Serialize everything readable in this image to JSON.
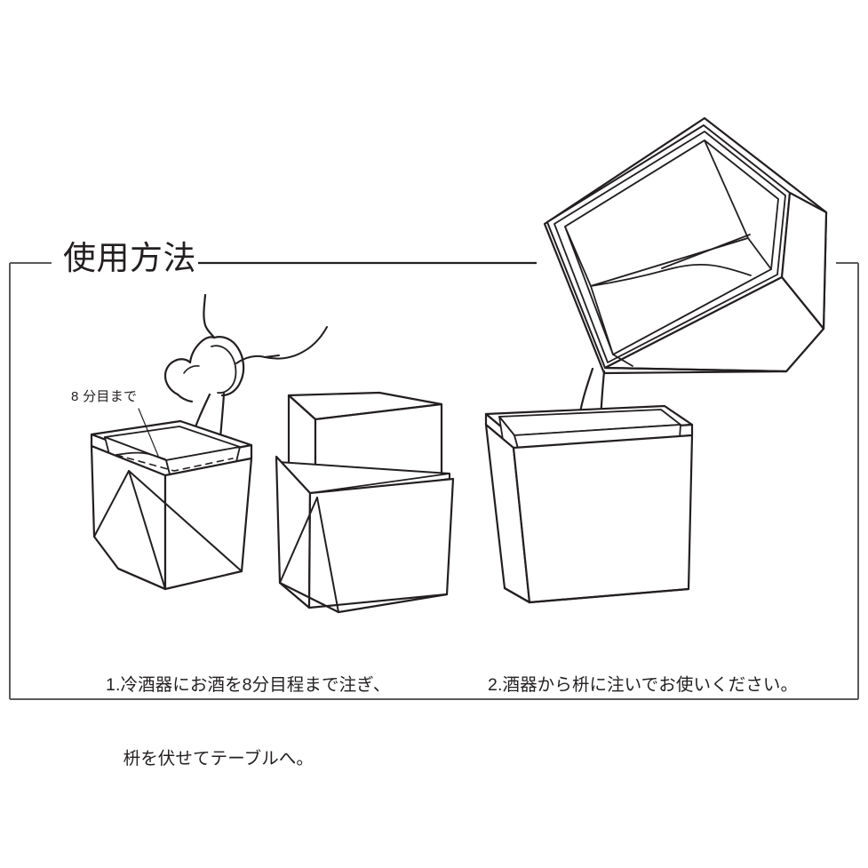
{
  "page": {
    "background_color": "#ffffff",
    "ink_color": "#231f20",
    "frame_color": "#5a5a5a"
  },
  "section": {
    "title": "使用方法",
    "title_rule": "horizontal-rule-right-of-title"
  },
  "annotations": {
    "fill_level_label": "8 分目まで"
  },
  "steps": [
    {
      "number": "1.",
      "caption_line_1": "1.冷酒器にお酒を8分目程まで注ぎ、",
      "caption_line_2": "　枡を伏せてテーブルへ。",
      "caption_full": "1.冷酒器にお酒を8分目程まで注ぎ、枡を伏せてテーブルへ。"
    },
    {
      "number": "2.",
      "caption_line_1": "2.酒器から枡に注いでお使いください。",
      "caption_line_2": "",
      "caption_full": "2.酒器から枡に注いでお使いください。"
    }
  ],
  "illustrations": [
    {
      "name": "pouring-sake-into-chiller",
      "description": "tokkuri flask pouring sake into faceted square chiller vessel with dashed fill line"
    },
    {
      "name": "masu-inverted-on-chiller",
      "description": "wooden masu cup placed upside-down on top of the faceted chiller vessel"
    },
    {
      "name": "chiller-pouring-into-masu",
      "description": "tilted chiller vessel pouring a stream of sake into an upright masu cup"
    }
  ]
}
